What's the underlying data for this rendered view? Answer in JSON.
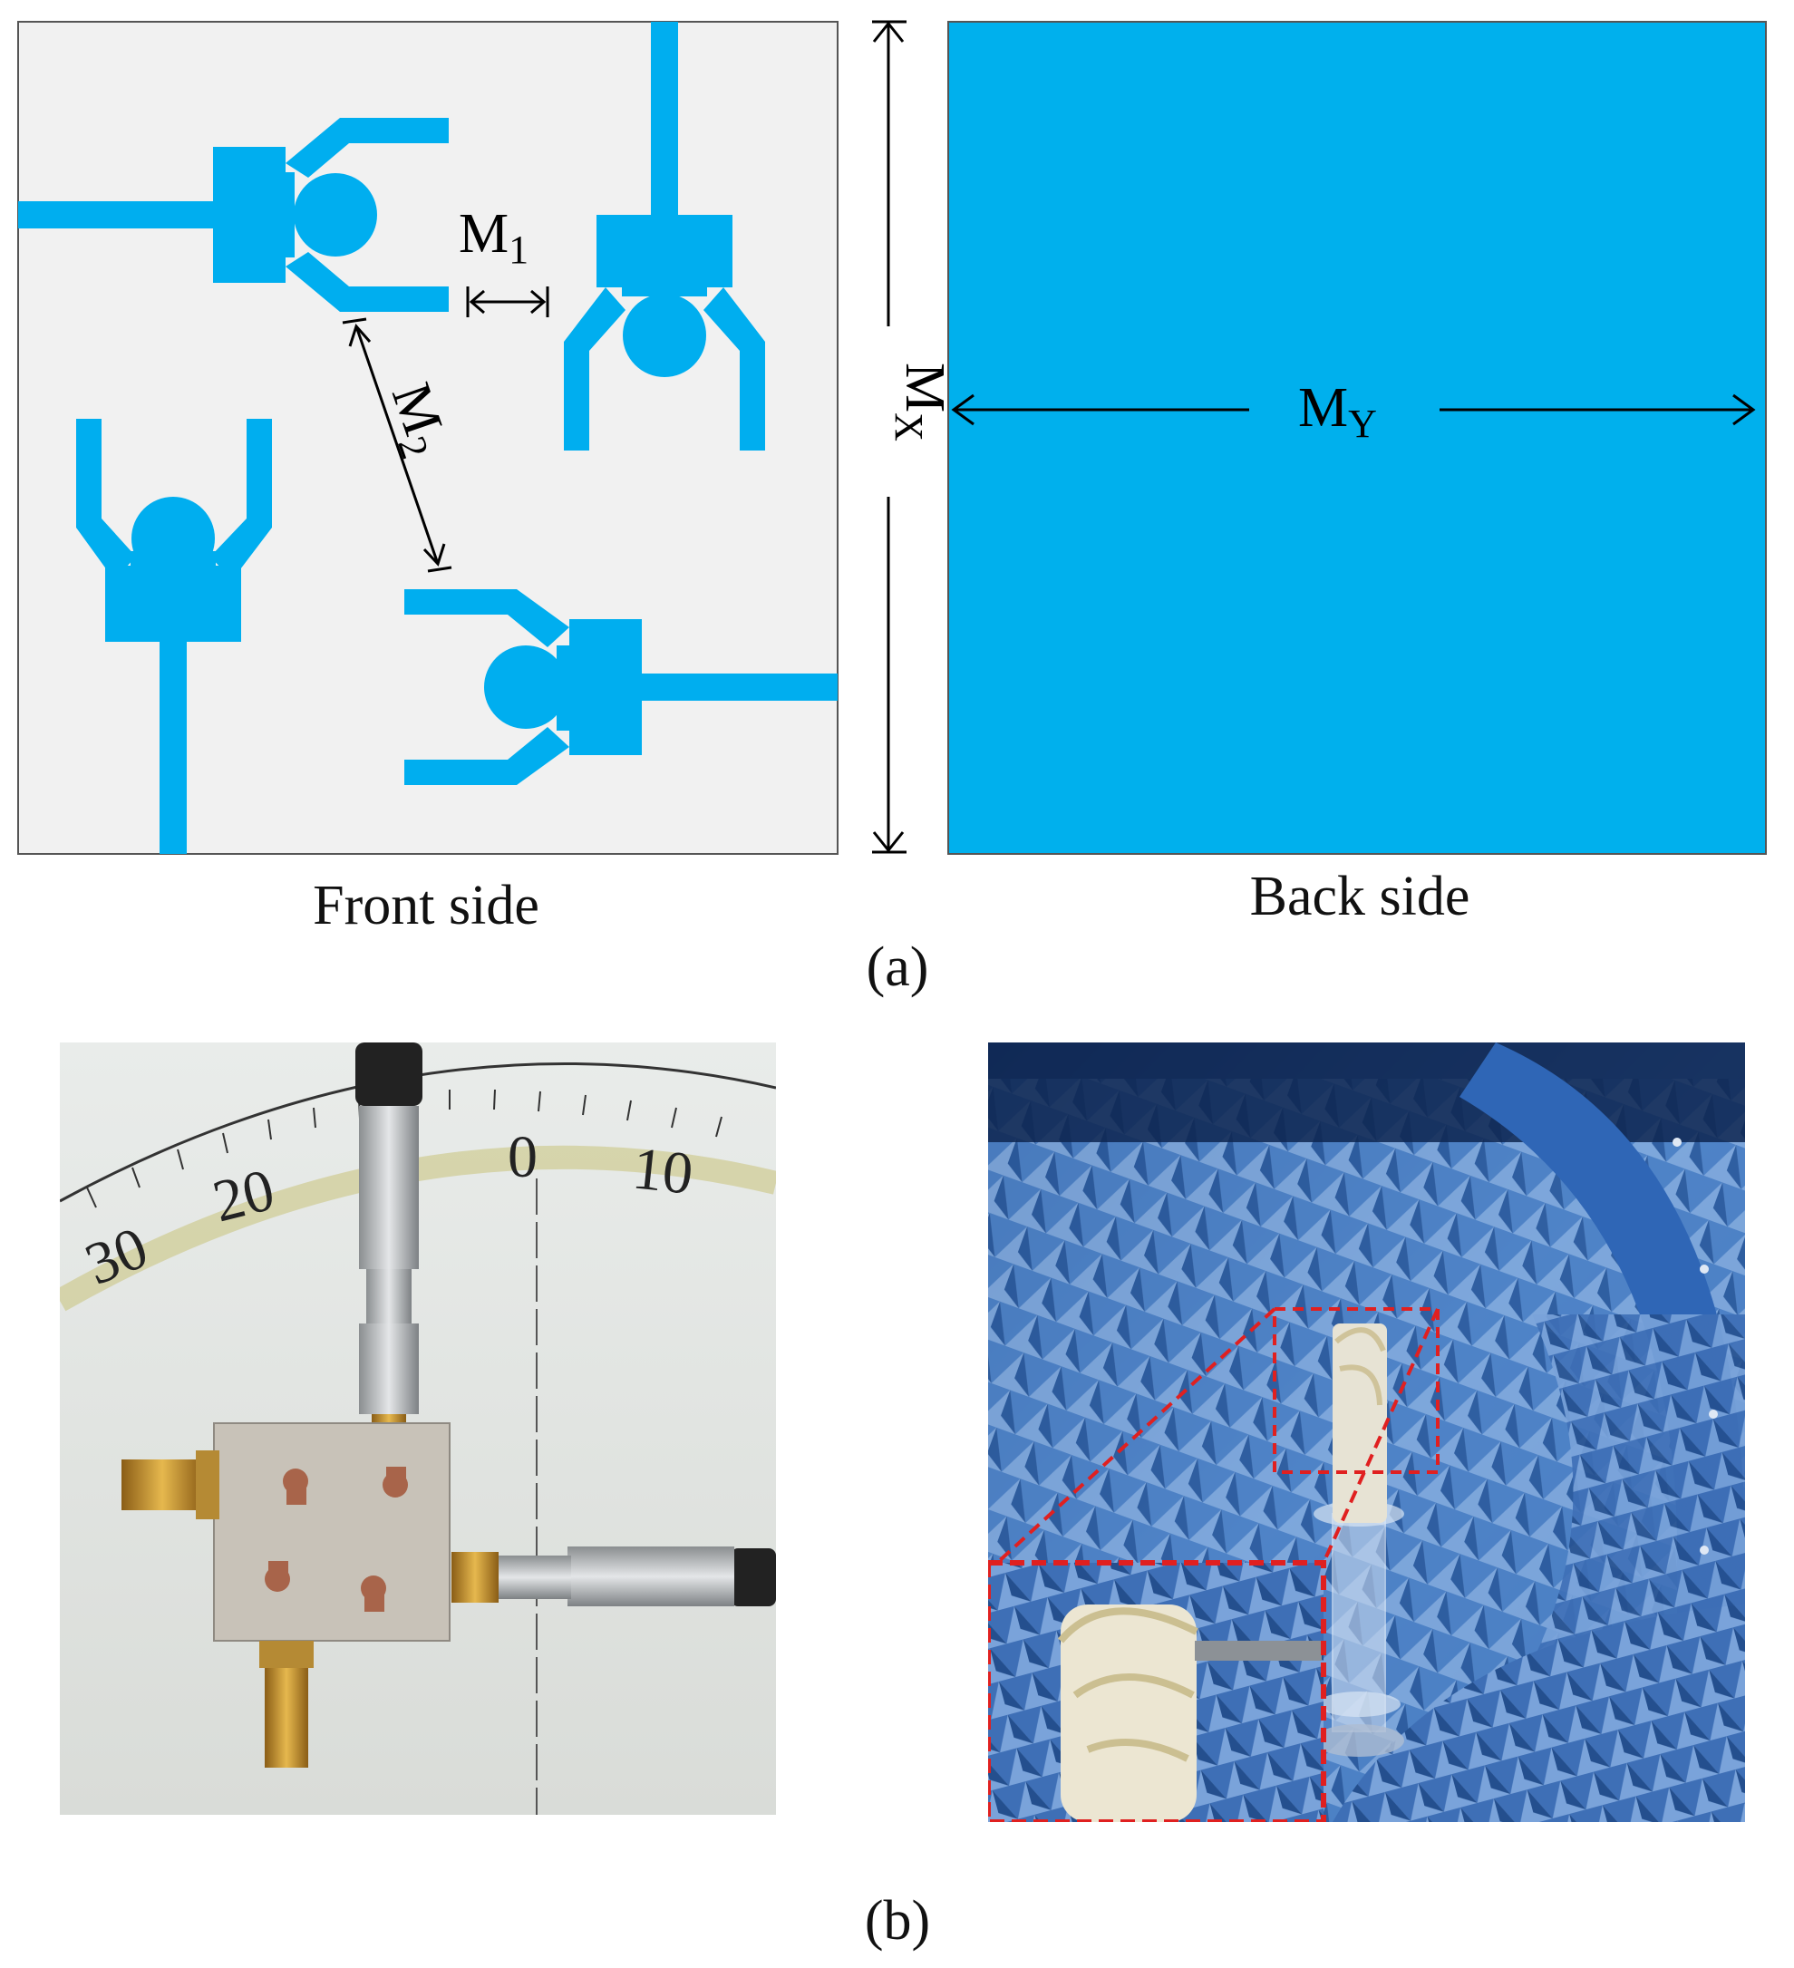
{
  "panel_a": {
    "front_caption": "Front side",
    "back_caption": "Back side",
    "panel_label": "(a)",
    "dimensions": {
      "m1": {
        "main": "M",
        "sub": "1"
      },
      "m2": {
        "main": "M",
        "sub": "2"
      },
      "mx": {
        "main": "M",
        "sub": "X"
      },
      "my": {
        "main": "M",
        "sub": "Y"
      }
    },
    "colors": {
      "copper": "#00aeef",
      "substrate": "#f1f1f1",
      "ground": "#00b0ed",
      "arrow": "#000000"
    }
  },
  "panel_b": {
    "panel_label": "(b)",
    "protractor_labels": [
      "0",
      "10",
      "20",
      "30"
    ],
    "colors": {
      "chamber": "#3f6fb8",
      "zoom_box": "#e02020",
      "pcb": "#c8c2b8",
      "patch": "#a8644a"
    }
  }
}
